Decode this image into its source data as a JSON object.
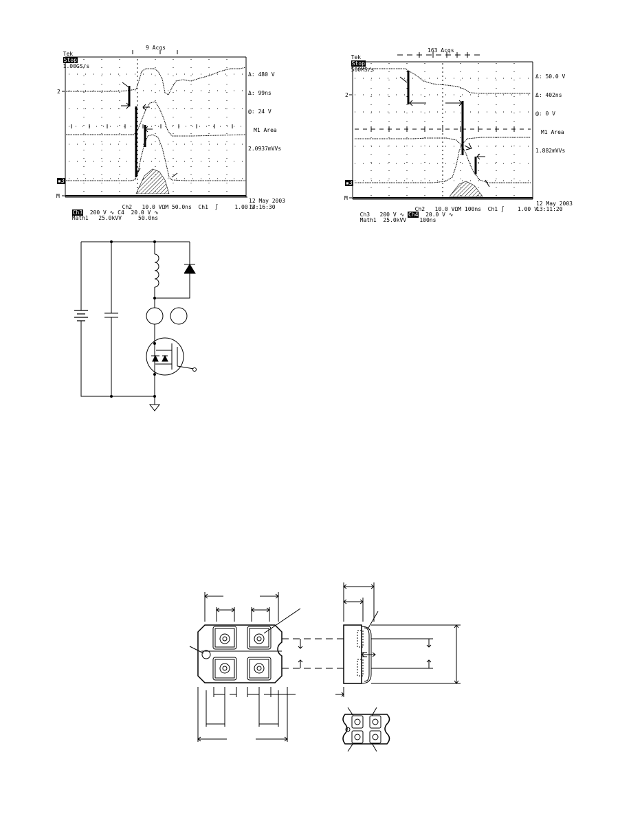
{
  "scope1": {
    "tek": "Tek",
    "state": "Stop",
    "rate": "1.00GS/s",
    "acqs": "9 Acqs",
    "m1": "Δ: 480 V",
    "m2": "Δ: 99ns",
    "m3": "@: 24 V",
    "m4": "M1 Area",
    "m5": "2.0937mVVs",
    "marker2": "2",
    "markerM": "M",
    "b1a": "Ch2",
    "b1b": "10.0 VΩ",
    "b1c": "M 50.0ns",
    "b1d": "Ch1",
    "b1e": "1.00 V",
    "b2a": "Ch3",
    "b2b": "200 V",
    "b2c": "C4",
    "b2d": "20.0 V",
    "b3a": "Math1",
    "b3b": "25.0kVV",
    "b3c": "50.0ns",
    "date": "12 May 2003",
    "time": "13:16:30"
  },
  "scope2": {
    "tek": "Tek",
    "state": "Stop",
    "rate": "500MS/s",
    "acqs": "163 Acqs",
    "m1": "Δ: 50.0 V",
    "m2": "Δ: 402ns",
    "m3": "@: 0 V",
    "m4": "M1 Area",
    "m5": "1.882mVVs",
    "marker2": "2",
    "markerM": "M",
    "b1a": "Ch2",
    "b1b": "10.0 VΩ",
    "b1c": "M 100ns",
    "b1d": "Ch1",
    "b1e": "1.00 V",
    "b2a": "Ch3",
    "b2b": "200 V",
    "b2c": "Ch4",
    "b2d": "20.0 V",
    "b3a": "Math1",
    "b3b": "25.0kVV",
    "b3c": "100ns",
    "date": "12 May 2003",
    "time": "13:11:20"
  }
}
